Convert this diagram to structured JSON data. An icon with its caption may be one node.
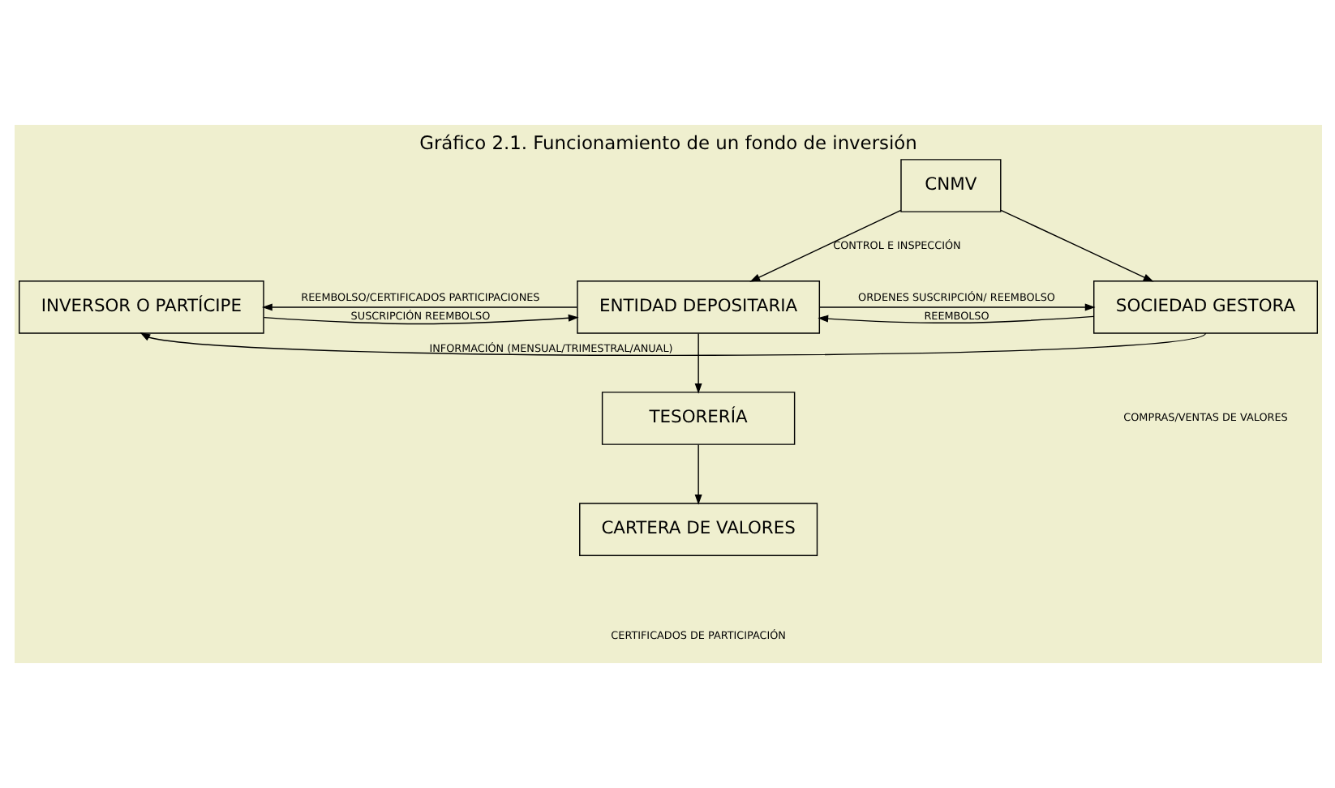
{
  "diagram": {
    "title": "Gráfico 2.1. Funcionamiento de un fondo de inversión",
    "nodes": [
      {
        "text": [
          "CNMV"
        ]
      },
      {
        "text": [
          "INVERSOR O PARTÍCIPE"
        ]
      },
      {
        "text": [
          "ENTIDAD DEPOSITARIA"
        ]
      },
      {
        "text": [
          "SOCIEDAD GESTORA"
        ]
      },
      {
        "text": [
          "TESORERÍA"
        ]
      },
      {
        "text": [
          "CARTERA DE VALORES"
        ]
      }
    ],
    "edges": [
      {
        "from": 0,
        "to": 2,
        "arrow": "to",
        "label": "CONTROL E INSPECCIÓN"
      },
      {
        "from": 0,
        "to": 3,
        "arrow": "to"
      },
      {
        "from": 1,
        "to": 2,
        "arrow": "to",
        "label": "SUSCRIPCIÓN REEMBOLSO"
      },
      {
        "from": 2,
        "to": 1,
        "arrow": "to",
        "label": "REEMBOLSO/CERTIFICADOS PARTICIPACIONES"
      },
      {
        "from": 2,
        "to": 3,
        "arrow": "to",
        "label": "ORDENES SUSCRIPCIÓN/ REEMBOLSO"
      },
      {
        "from": 3,
        "to": 2,
        "arrow": "to",
        "label": "REEMBOLSO"
      },
      {
        "from": 2,
        "to": 4,
        "arrow": "to"
      },
      {
        "from": 4,
        "to": 5,
        "arrow": "to"
      },
      {
        "from": 3,
        "to": 1,
        "arrow": "to",
        "label": "INFORMACIÓN (MENSUAL/TRIMESTRAL/ANUAL)"
      }
    ],
    "labels": [
      "COMPRAS/VENTAS DE VALORES",
      "CERTIFICADOS DE PARTICIPACIÓN"
    ]
  }
}
